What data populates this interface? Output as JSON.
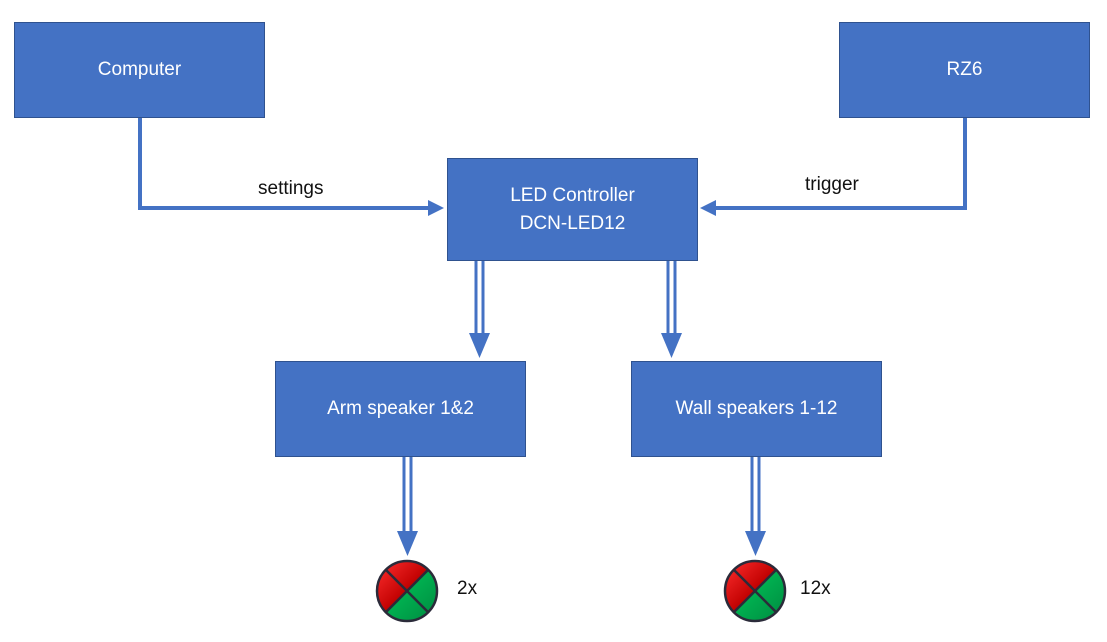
{
  "boxes": {
    "computer": "Computer",
    "rz6": "RZ6",
    "led_controller": {
      "line1": "LED Controller",
      "line2": "DCN-LED12"
    },
    "arm_speaker": "Arm speaker 1&2",
    "wall_speakers": "Wall speakers 1-12"
  },
  "connections": {
    "settings": "settings",
    "trigger": "trigger"
  },
  "leds": {
    "arm_count": "2x",
    "wall_count": "12x"
  },
  "colors": {
    "box_fill": "#4472C4",
    "box_border": "#2F528F",
    "arrow": "#4472C4",
    "led_red": "#E00000",
    "led_green": "#00A050"
  }
}
